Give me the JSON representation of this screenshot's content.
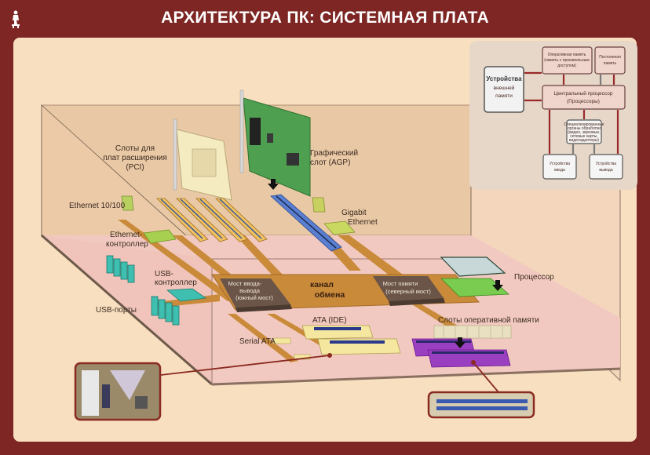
{
  "header": {
    "title": "АРХИТЕКТУРА ПК: СИСТЕМНАЯ ПЛАТА",
    "logo_icon": "thinker-figure-icon"
  },
  "colors": {
    "frame": "#7d2623",
    "panel": "#f8dfc0",
    "board": "#f2c9c0",
    "bus": "#c98a3a",
    "pci": "#f0c060",
    "agp": "#5a7fd0",
    "usb": "#3fbfb0",
    "ethernet": "#a8d050",
    "ram_slot": "#9a3fc0",
    "ata": "#f5e7a0",
    "bridge": "#6a5548"
  },
  "board_labels": {
    "pci_slots": [
      "Слоты для",
      "плат расширения",
      "(PCI)"
    ],
    "agp_slot": [
      "Графический",
      "слот (AGP)"
    ],
    "ethernet_100": "Ethernet 10/100",
    "ethernet_controller": [
      "Ethernet-",
      "контроллер"
    ],
    "gigabit_ethernet": [
      "Gigabit",
      "Ethernet"
    ],
    "usb_controller": [
      "USB-",
      "контроллер"
    ],
    "usb_ports": "USB-порты",
    "io_bridge": [
      "Мост ввода-",
      "вывода",
      "(южный мост)"
    ],
    "exchange_channel": [
      "канал",
      "обмена"
    ],
    "memory_bridge": [
      "Мост памяти",
      "(северный мост)"
    ],
    "processor": "Процессор",
    "ata_ide": "ATA (IDE)",
    "serial_ata": "Serial ATA",
    "ram_slots": "Слоты оперативной памяти"
  },
  "block_diagram": {
    "external_memory": [
      "Устройства",
      "внешней",
      "памяти"
    ],
    "ram": [
      "Оперативная память",
      "(память с произвольным",
      "доступом)"
    ],
    "rom": [
      "Постоянная",
      "память"
    ],
    "cpu": [
      "Центральный процессор",
      "(Процессоры)"
    ],
    "special_units": [
      "Специализированные",
      "органы обработки",
      "(видео, звуковые,",
      "сетевые карты,",
      "видеоадаптеры)"
    ],
    "input_devices": [
      "Устройства",
      "ввода"
    ],
    "output_devices": [
      "Устройства",
      "вывода"
    ]
  },
  "photos": {
    "left_inset": "motherboard-closeup-photo",
    "right_inset": "ram-slots-photo"
  }
}
